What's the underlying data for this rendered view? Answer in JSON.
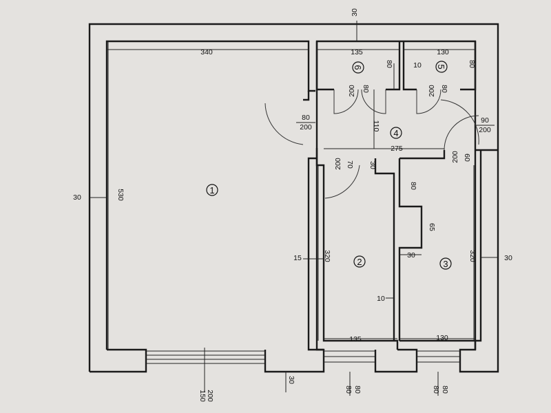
{
  "rooms": [
    {
      "id": "1"
    },
    {
      "id": "2"
    },
    {
      "id": "3"
    },
    {
      "id": "4"
    },
    {
      "id": "5"
    },
    {
      "id": "6"
    }
  ],
  "dims": {
    "top_wall": "30",
    "room1_width": "340",
    "room6_width": "135",
    "room6_side": "80",
    "partition_56": "10",
    "room5_width": "130",
    "room5_side": "80",
    "door6_w": "80",
    "door6_h": "200",
    "door5_w": "80",
    "door5_h": "200",
    "entry_w": "80",
    "entry_h": "200",
    "corridor_depth": "110",
    "corridor_width": "275",
    "door_right_w": "90",
    "door_right_h": "200",
    "door2_w": "70",
    "door2_h": "200",
    "door3_w": "60",
    "door3_h": "200",
    "wall_30_mid": "30",
    "left_wall": "30",
    "room1_height": "530",
    "offset_80": "80",
    "offset_65": "65",
    "offset_30": "30",
    "left_partition": "15",
    "room2_height": "320",
    "room3_height": "320",
    "right_wall": "30",
    "partition_23": "10",
    "room2_width": "135",
    "room3_width": "130",
    "win1_h": "200",
    "win1_w": "150",
    "bottom_wall": "30",
    "win2_h": "80",
    "win2_w": "80",
    "win3_h": "80",
    "win3_w": "80"
  }
}
